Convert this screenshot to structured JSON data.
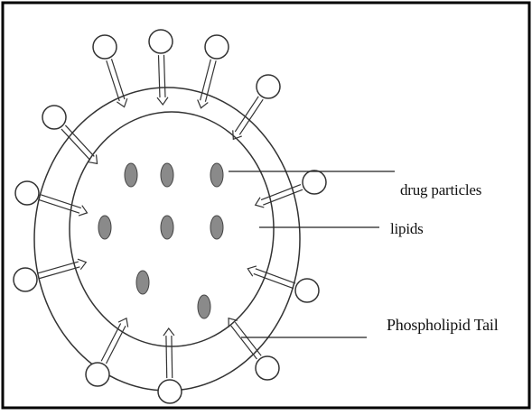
{
  "diagram": {
    "labels": {
      "drug_particles": "drug particles",
      "lipids": "lipids",
      "phospholipid_tail": "Phospholipid Tail"
    },
    "colors": {
      "drug_particle_fill": "#8a8a8a",
      "line": "#222222",
      "border": "#000000",
      "background": "#ffffff"
    },
    "counts": {
      "drug_particles": 8
    }
  }
}
